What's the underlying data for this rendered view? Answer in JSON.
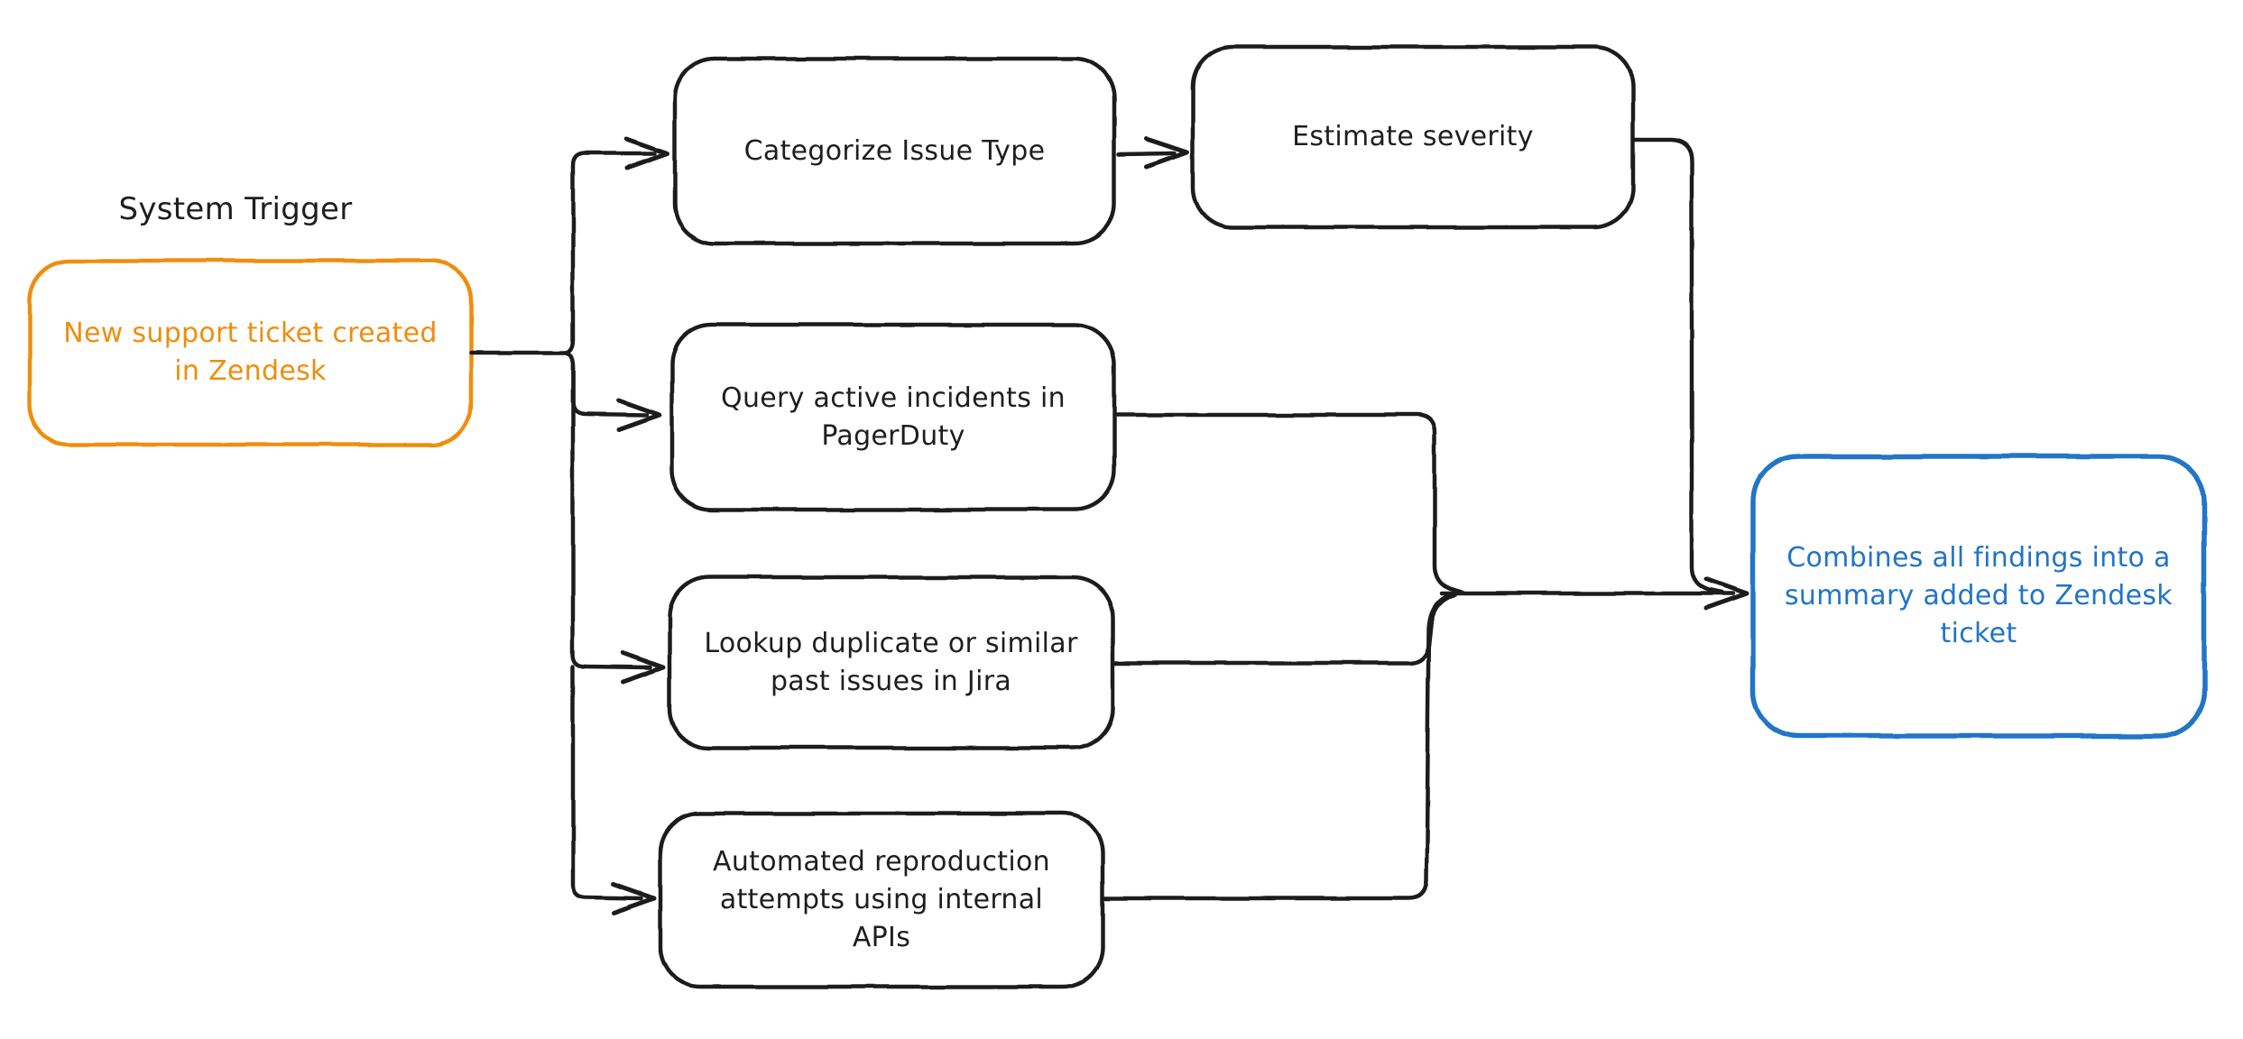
{
  "diagram": {
    "annotation": {
      "label": "System Trigger"
    },
    "nodes": {
      "trigger": {
        "lines": [
          "New support ticket created",
          "in Zendesk"
        ]
      },
      "categorize": {
        "lines": [
          "Categorize Issue Type"
        ]
      },
      "estimate": {
        "lines": [
          "Estimate severity"
        ]
      },
      "pagerduty": {
        "lines": [
          "Query active incidents in",
          "PagerDuty"
        ]
      },
      "jira": {
        "lines": [
          "Lookup duplicate or similar",
          "past issues in Jira"
        ]
      },
      "apis": {
        "lines": [
          "Automated reproduction",
          "attempts using internal",
          "APIs"
        ]
      },
      "summary": {
        "lines": [
          "Combines all findings into a",
          "summary added to Zendesk",
          "ticket"
        ]
      }
    },
    "colors": {
      "default": "#1e1e1e",
      "trigger": "#ef8d0e",
      "summary": "#2174c7",
      "background": "#ffffff"
    }
  }
}
